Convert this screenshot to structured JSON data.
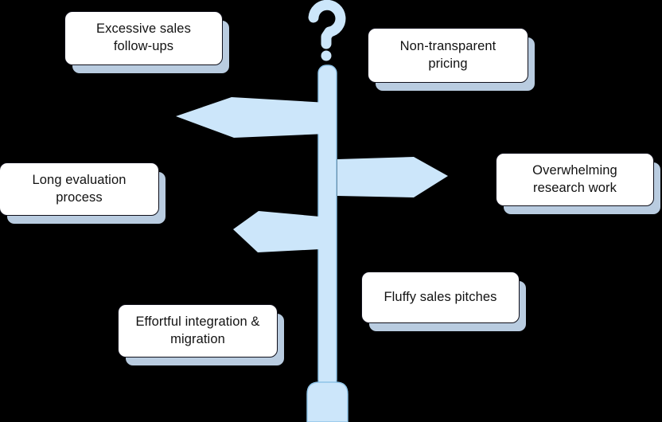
{
  "diagram": {
    "title": "Buyer pain points signpost",
    "background_color": "#000000",
    "signpost": {
      "pole_color": "#cce6fa",
      "pole_stroke": "#8fc4e8",
      "question_mark_color": "#cce6fa",
      "question_mark_icon": "question-mark-icon",
      "base_shape": "rounded-rectangle"
    },
    "arrow_color": "#cce6fa",
    "box_fill": "#ffffff",
    "box_stroke": "#0f0f1a",
    "box_shadow_color": "#b9cce0",
    "text_color": "#121212"
  },
  "arrows": [
    {
      "name": "left-arrow-upper",
      "direction": "left"
    },
    {
      "name": "right-arrow-middle",
      "direction": "right"
    },
    {
      "name": "left-arrow-lower",
      "direction": "left"
    }
  ],
  "labels": [
    {
      "name": "excessive-sales-follow-ups",
      "lines": [
        "Excessive sales",
        "follow-ups"
      ],
      "line1": "Excessive sales",
      "line2": "follow-ups"
    },
    {
      "name": "non-transparent-pricing",
      "lines": [
        "Non-transparent",
        "pricing"
      ],
      "line1": "Non-transparent",
      "line2": "pricing"
    },
    {
      "name": "long-evaluation-process",
      "lines": [
        "Long evaluation",
        "process"
      ],
      "line1": "Long evaluation",
      "line2": "process"
    },
    {
      "name": "overwhelming-research-work",
      "lines": [
        "Overwhelming",
        "research work"
      ],
      "line1": "Overwhelming",
      "line2": "research work"
    },
    {
      "name": "fluffy-sales-pitches",
      "lines": [
        "Fluffy sales pitches"
      ],
      "line1": "Fluffy sales pitches",
      "line2": ""
    },
    {
      "name": "effortful-integration-migration",
      "lines": [
        "Effortful integration &",
        "migration"
      ],
      "line1": "Effortful integration &",
      "line2": "migration"
    }
  ]
}
